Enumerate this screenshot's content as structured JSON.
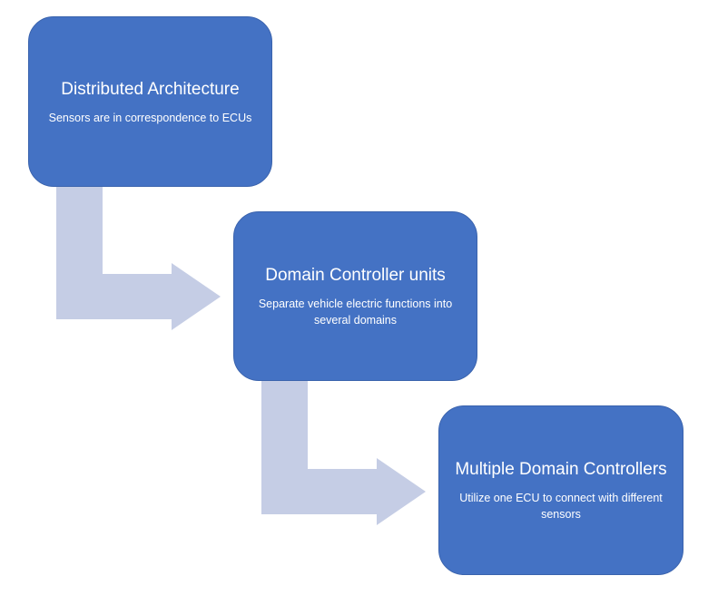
{
  "colors": {
    "box_fill": "#4472c4",
    "connector_fill": "#c5cde5",
    "text": "#ffffff"
  },
  "steps": [
    {
      "title": "Distributed Architecture",
      "description": "Sensors are in correspondence to ECUs"
    },
    {
      "title": "Domain Controller units",
      "description": "Separate vehicle electric functions into several domains"
    },
    {
      "title": "Multiple Domain Controllers",
      "description": "Utilize one ECU to connect with different sensors"
    }
  ]
}
